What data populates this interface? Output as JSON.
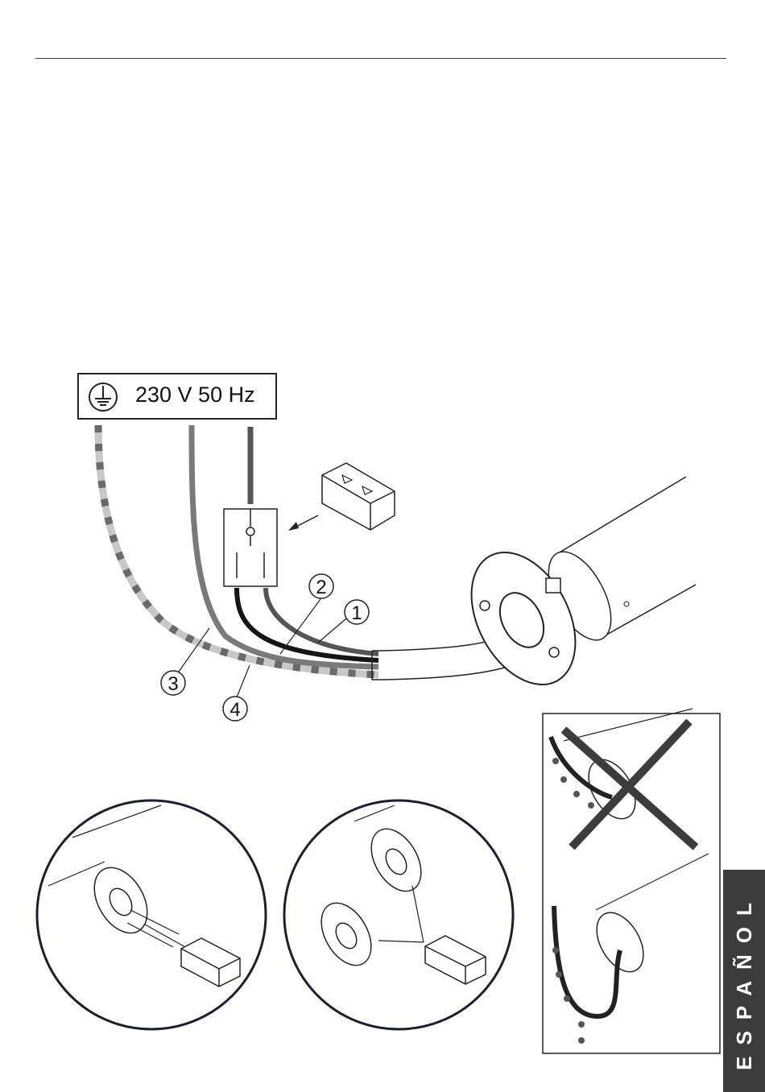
{
  "power": {
    "label": "230 V  50 Hz",
    "icon": "earth-ground-icon"
  },
  "wires": {
    "w1": "1",
    "w2": "2",
    "w3": "3",
    "w4": "4"
  },
  "language_tab": "ESPAÑOL",
  "colors": {
    "ink": "#222222",
    "wire_gray": "#7a7a7a",
    "wire_dark": "#555555",
    "wire_earth_light": "#c8c8c8",
    "wire_earth_dash": "#6a6a6a",
    "wire_black": "#151515",
    "tab_bg": "#3c3c3c"
  }
}
